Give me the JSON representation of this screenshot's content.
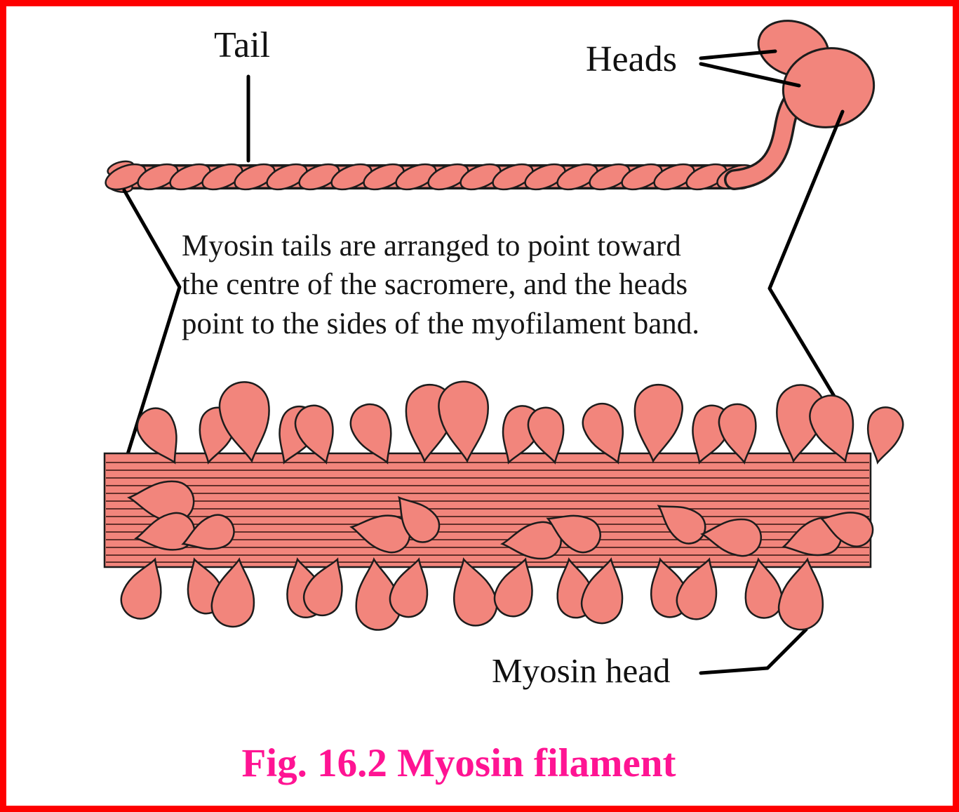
{
  "figure": {
    "caption": "Fig. 16.2 Myosin filament"
  },
  "labels": {
    "tail": "Tail",
    "heads": "Heads",
    "myosin_head": "Myosin head"
  },
  "description": "Myosin tails are arranged to point toward\nthe centre of the sacromere, and the heads\npoint to the sides of the myofilament band.",
  "colors": {
    "filament_fill": "#F2857C",
    "outline": "#1C1C1C",
    "caption": "#FF1493",
    "frame": "#FE0000"
  }
}
